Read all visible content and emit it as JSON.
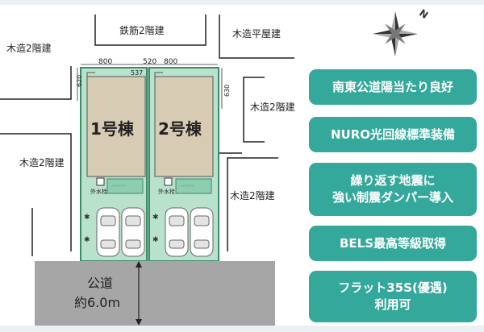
{
  "neighbors": {
    "top_center": "鉄筋2階建",
    "top_right": "木造平屋建",
    "left_top": "木造2階建",
    "left_mid": "木造2階建",
    "right_mid": "木造2階建",
    "right_bottom": "木造2階建"
  },
  "lots": {
    "lot1": {
      "name": "1号棟",
      "water_meter": "外水栓"
    },
    "lot2": {
      "name": "2号棟",
      "water_meter": "外水栓"
    }
  },
  "dimensions": {
    "width_lot1": "800",
    "gap": "520",
    "width_lot2": "800",
    "side_left": "620",
    "inner": "537",
    "side_right": "630"
  },
  "road": {
    "label": "公道",
    "width": "約6.0m"
  },
  "features": [
    {
      "label": "南東公道陽当たり良好"
    },
    {
      "label": "NURO光回線標準装備"
    },
    {
      "label": "繰り返す地震に\n強い制震ダンパー導入"
    },
    {
      "label": "BELS最高等級取得"
    },
    {
      "label": "フラット35S(優遇)\n利用可"
    }
  ],
  "compass": {
    "north_letter": "N"
  },
  "colors": {
    "accent": "#34a99b",
    "lot_fill": "#b9e2cc",
    "lot_border": "#3b8c6a",
    "house_fill": "#d8cbb4",
    "road_fill": "#a6a6a6"
  }
}
